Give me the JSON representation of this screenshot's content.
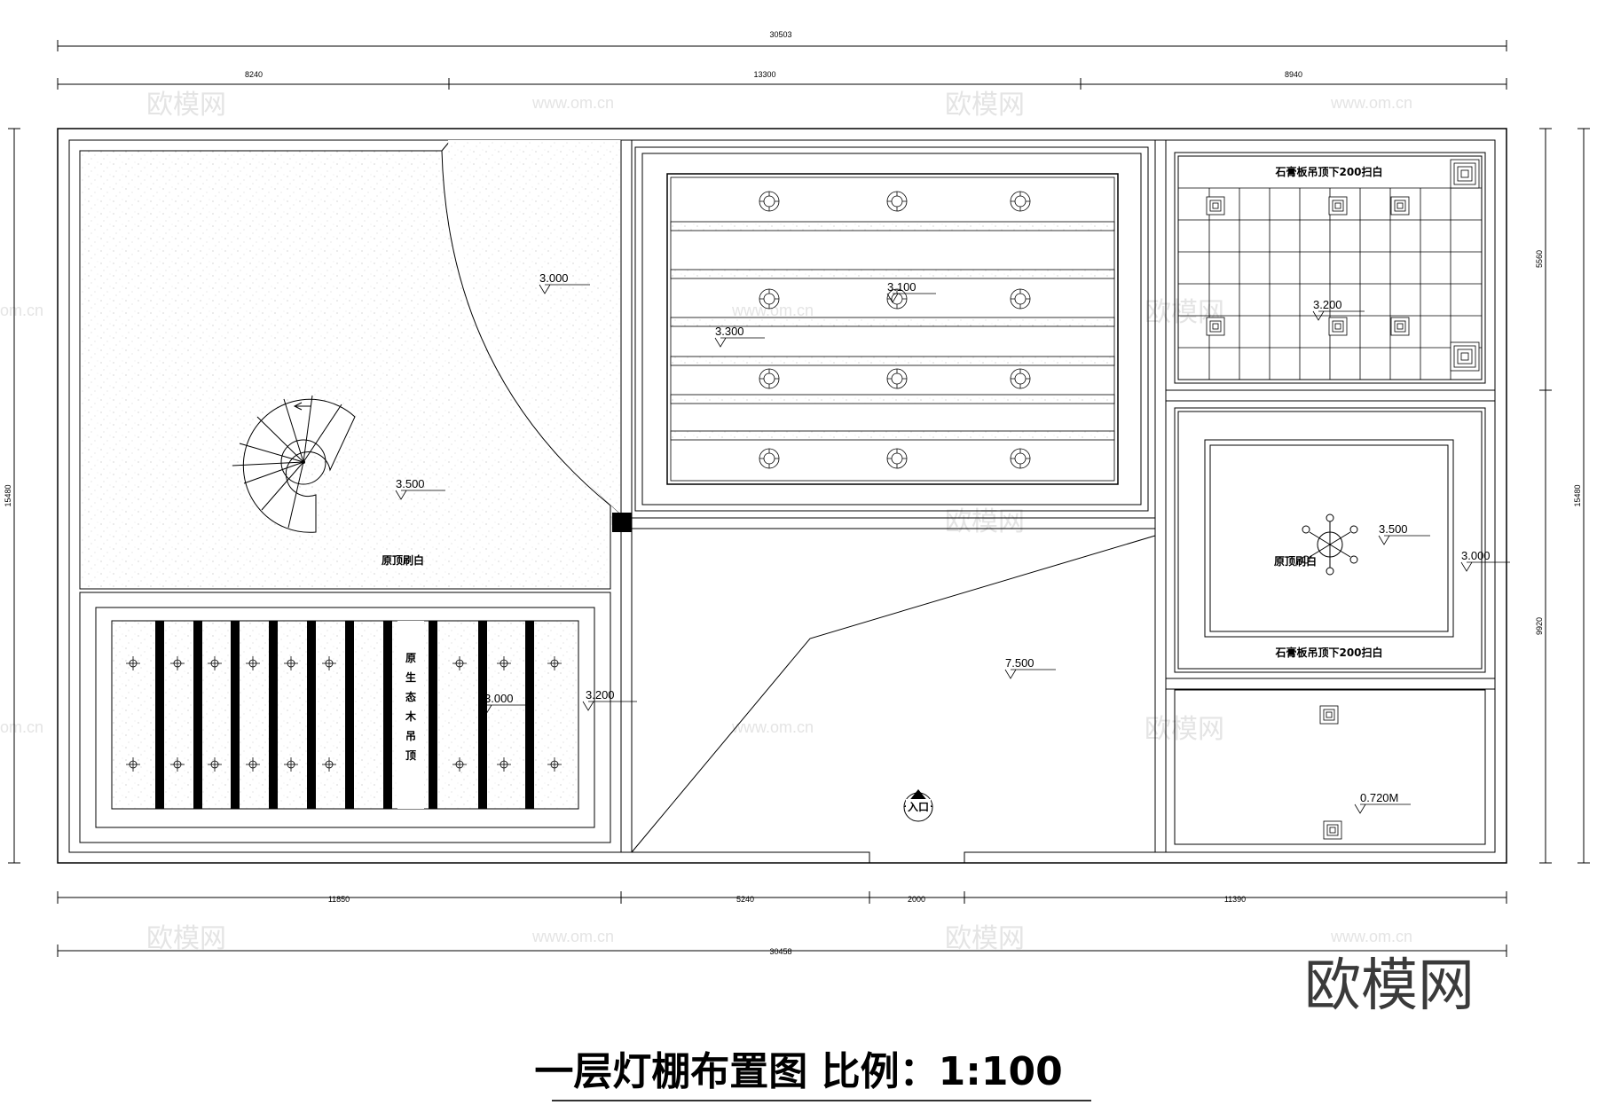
{
  "title": "一层灯棚布置图 比例：1:100",
  "brand": "欧模网",
  "watermark": {
    "cn": "欧模网",
    "url": "www.om.cn",
    "url_short": "om.cn"
  },
  "dimensions": {
    "top_total": "30503",
    "top_segments": [
      "8240",
      "13300",
      "8940"
    ],
    "bottom_segments": [
      "11850",
      "5240",
      "2000",
      "11390"
    ],
    "bottom_total": "30458",
    "left_total": "15480",
    "right_total": "15480",
    "right_upper": "5560",
    "right_lower": "9920"
  },
  "levels": {
    "l3000_a": "3.000",
    "l3100": "3.100",
    "l3300": "3.300",
    "l3200_a": "3.200",
    "l3500_a": "3.500",
    "l3000_b": "3.000",
    "l3200_b": "3.200",
    "l7500": "7.500",
    "l3500_b": "3.500",
    "l3000_c": "3.000",
    "l0720": "0.720M"
  },
  "notes": {
    "gypsum_top": "石膏板吊顶下200扫白",
    "gypsum_bottom": "石膏板吊顶下200扫白",
    "original_white_left": "原顶刷白",
    "original_white_right": "原顶刷白",
    "wood_ceiling": [
      "原",
      "生",
      "态",
      "木",
      "吊",
      "顶"
    ],
    "entrance": "入口"
  },
  "colors": {
    "line": "#000000",
    "watermark": "#e4e4e4"
  }
}
